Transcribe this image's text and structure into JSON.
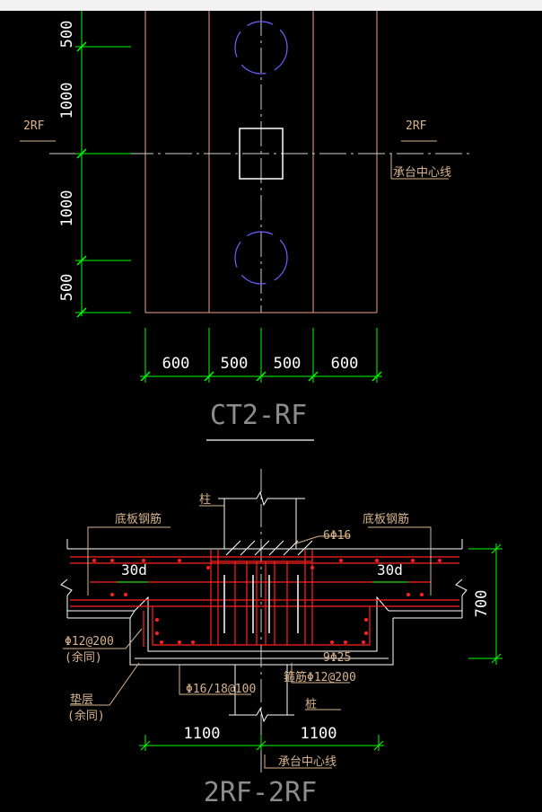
{
  "top_plan": {
    "title": "CT2-RF",
    "section_mark_left": "2RF",
    "section_mark_right": "2RF",
    "centerline_note": "承台中心线",
    "vertical_dims": [
      "500",
      "1000",
      "1000",
      "500"
    ],
    "horizontal_dims": [
      "600",
      "500",
      "500",
      "600"
    ]
  },
  "section": {
    "title": "2RF-2RF",
    "column_label": "柱",
    "bottom_rebar_left": "底板钢筋",
    "bottom_rebar_right": "底板钢筋",
    "top_bars": "6Φ16",
    "anchor_left": "30d",
    "anchor_right": "30d",
    "stirrup_small": "9Φ25",
    "stirrup_label": "箍筋Φ12@200",
    "wall_bars": "Φ12@200",
    "wall_bars_note": "(余同)",
    "bottom_bars": "Φ16/18@100",
    "cushion": "垫层",
    "cushion_note": "(余同)",
    "pile_label": "桩",
    "height_dim": "700",
    "width_left": "1100",
    "width_right": "1100",
    "centerline_note": "承台中心线"
  },
  "colors": {
    "dimension": "#00ff00",
    "outline": "#f0a090",
    "rebar": "#ff2020",
    "pile": "#7060ff",
    "text": "#ffffff",
    "annotation": "#d9b38c"
  }
}
